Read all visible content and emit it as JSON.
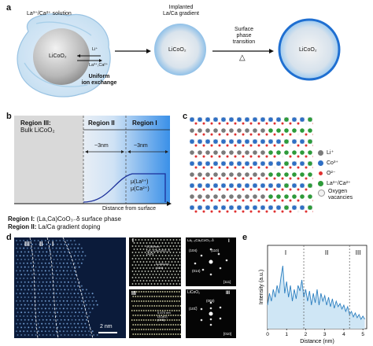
{
  "panel_a": {
    "label": "a",
    "solution": "La³⁺/Ca²⁺ solution",
    "core1": "LiCoO₂",
    "li_plus": "Li⁺",
    "la_ca_ions": "La³⁺,Ca²⁺",
    "exchange_line1": "Uniform",
    "exchange_line2": "ion exchange",
    "gradient_line1": "Implanted",
    "gradient_line2": "La/Ca gradient",
    "core2": "LiCoO₂",
    "transition_line1": "Surface",
    "transition_line2": "phase",
    "transition_line3": "transition",
    "delta": "△",
    "core3": "LiCoO₂"
  },
  "panel_b": {
    "label": "b",
    "region3_line1": "Region III:",
    "region3_line2": "Bulk LiCoO₂",
    "region2": "Region II",
    "region1": "Region I",
    "width2": "~3nm",
    "width1": "~3nm",
    "mu_la": "μ(La³⁺)",
    "mu_ca": "μ(Ca²⁺)",
    "xaxis": "Distance from surface",
    "caption1_bold": "Region I:",
    "caption1_text": " (La,Ca)CoO₃₋δ surface phase",
    "caption2_bold": "Region II:",
    "caption2_text": " La/Ca gradient doping"
  },
  "panel_c": {
    "label": "c",
    "legend": [
      {
        "label": "Li⁺",
        "color": "#7a7a7a"
      },
      {
        "label": "Co³⁺",
        "color": "#2f6fc4"
      },
      {
        "label": "O²⁻",
        "color": "#e03030"
      },
      {
        "label": "La³⁺/Ca²⁺",
        "color": "#2e9a3a"
      },
      {
        "label": "Oxygen",
        "label2": "vacancies",
        "color": "#f2f2f2"
      }
    ]
  },
  "panel_d": {
    "label": "d",
    "region_marks": [
      "III",
      "II",
      "I"
    ],
    "scale": "2 nm",
    "inset_top_I": "I",
    "inset_top_d1": "0.250 nm",
    "inset_top_d1b": "La₁₋ₓCaₓCoO₃₋δ",
    "inset_top_d1c": "(110)",
    "inset_top_d2": "0.240 nm",
    "inset_top_d2b": "(104)",
    "inset_bot_III": "III",
    "inset_bot_d1": "0.470 nm",
    "inset_bot_d1b": "LiCoO₂",
    "inset_bot_d1c": "(003)",
    "fft_top_title": "La₁₋ₓCaₓCoO₃₋δ",
    "fft_top_mark": "I",
    "fft_top_spots": [
      "(104)",
      "(110)",
      "(014)"
    ],
    "fft_top_zone": "[111]",
    "fft_bot_title": "LiCoO₂",
    "fft_bot_mark": "III",
    "fft_bot_spots": [
      "(003)",
      "(101̅)"
    ],
    "fft_bot_zone": "[010]"
  },
  "panel_e": {
    "label": "e",
    "chart_data": {
      "type": "line",
      "title": "",
      "xlabel": "Distance (nm)",
      "ylabel": "Intensity (a.u.)",
      "xlim": [
        0,
        5.2
      ],
      "xticks": [
        0,
        1,
        2,
        3,
        4,
        5
      ],
      "region_labels": [
        "I",
        "II",
        "III"
      ],
      "region_boundaries": [
        1.9,
        4.3
      ],
      "x": [
        0.0,
        0.1,
        0.2,
        0.3,
        0.4,
        0.5,
        0.6,
        0.7,
        0.8,
        0.9,
        1.0,
        1.1,
        1.2,
        1.3,
        1.4,
        1.5,
        1.6,
        1.7,
        1.8,
        1.9,
        2.0,
        2.1,
        2.2,
        2.3,
        2.4,
        2.5,
        2.6,
        2.7,
        2.8,
        2.9,
        3.0,
        3.1,
        3.2,
        3.3,
        3.4,
        3.5,
        3.6,
        3.7,
        3.8,
        3.9,
        4.0,
        4.1,
        4.2,
        4.3,
        4.4,
        4.5,
        4.6,
        4.7,
        4.8,
        4.9,
        5.0,
        5.1
      ],
      "y": [
        0.3,
        0.45,
        0.35,
        0.5,
        0.4,
        0.55,
        0.45,
        0.65,
        0.8,
        0.45,
        0.6,
        0.4,
        0.55,
        0.35,
        0.5,
        0.38,
        0.55,
        0.48,
        0.62,
        0.4,
        0.5,
        0.35,
        0.48,
        0.3,
        0.45,
        0.33,
        0.5,
        0.3,
        0.45,
        0.35,
        0.42,
        0.3,
        0.4,
        0.28,
        0.38,
        0.26,
        0.35,
        0.28,
        0.32,
        0.25,
        0.3,
        0.22,
        0.28,
        0.18,
        0.22,
        0.15,
        0.2,
        0.14,
        0.18,
        0.12,
        0.16,
        0.12
      ]
    }
  }
}
